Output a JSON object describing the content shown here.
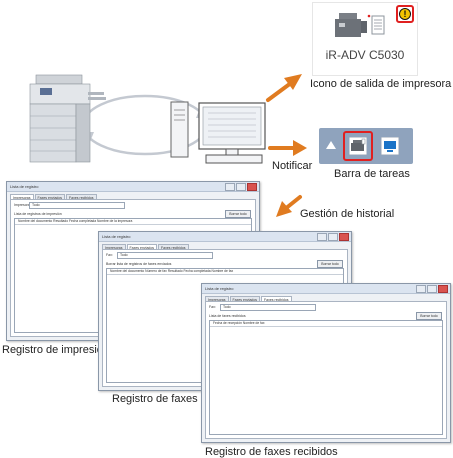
{
  "labels": {
    "printer_icon": "Icono de salida de impresora",
    "notify": "Notificar",
    "taskbar": "Barra de tareas",
    "history": "Gestión de historial",
    "print_log": "Registro de impresión",
    "sent_fax_log": "Registro de faxes enviados",
    "received_fax_log": "Registro de faxes recibidos"
  },
  "printer_icon": {
    "model": "iR-ADV C5030",
    "alert_symbol": "!"
  },
  "colors": {
    "arrow": "#e07b20",
    "highlight": "#e02020",
    "taskbar": "#8fa3bd",
    "alert": "#f2c200"
  },
  "windows": [
    {
      "title": "Lista de registro",
      "tabs": [
        "Impresoras",
        "Faxes enviados",
        "Faxes recibidos"
      ],
      "filter_label": "Impresora:",
      "filter_value": "Todo",
      "section_label": "Lista de registros de impresión",
      "clear_button": "Borrar todo",
      "columns": "Nombre del documento  Resultado  Fecha completada  Nombre de la impresora"
    },
    {
      "title": "Lista de registro",
      "tabs": [
        "Impresoras",
        "Faxes enviados",
        "Faxes recibidos"
      ],
      "filter_label": "Fax:",
      "filter_value": "Todo",
      "section_label": "Borrar lista de registros de faxes enviados",
      "clear_button": "Borrar todo",
      "columns": "Nombre del documento  Número de fax  Resultado  Fecha completada  Nombre de fax"
    },
    {
      "title": "Lista de registro",
      "tabs": [
        "Impresoras",
        "Faxes enviados",
        "Faxes recibidos"
      ],
      "filter_label": "Fax:",
      "filter_value": "Todo",
      "section_label": "Lista de faxes recibidos",
      "clear_button": "Borrar todo",
      "columns": "Fecha de recepción  Nombre de fax"
    }
  ]
}
